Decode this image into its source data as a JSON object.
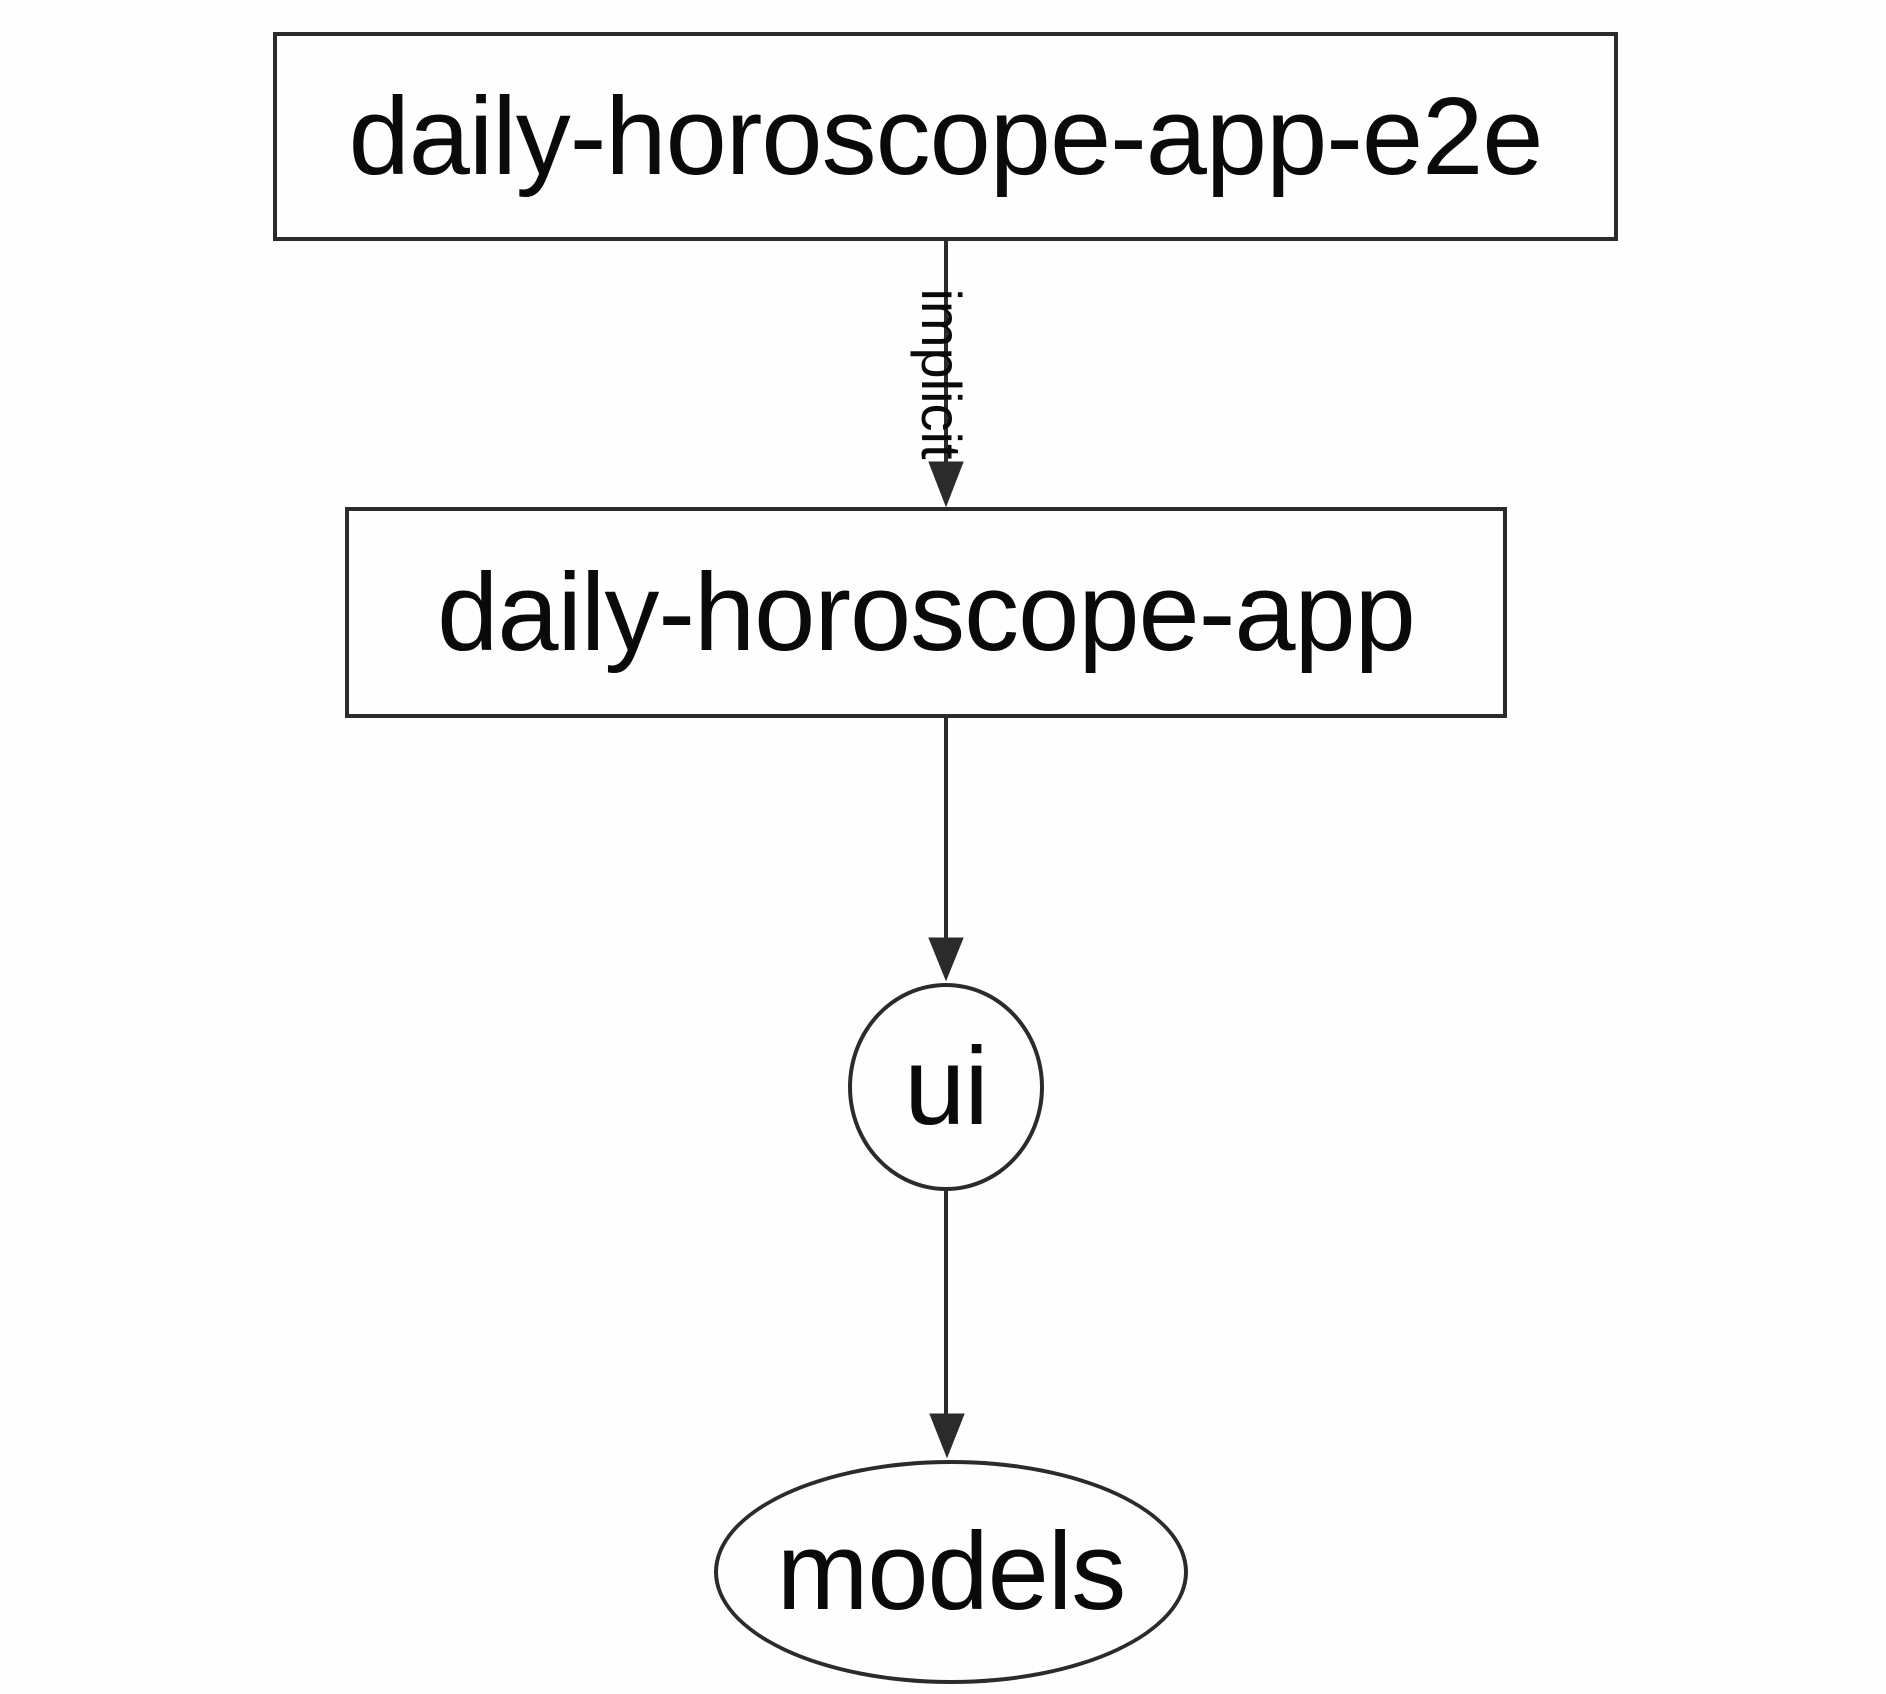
{
  "diagram": {
    "type": "dependency-graph",
    "background_color": "#fefefe",
    "stroke_color": "#2b2b2b",
    "text_color": "#0a0a0a",
    "nodes": [
      {
        "id": "daily-horoscope-app-e2e",
        "label": "daily-horoscope-app-e2e",
        "shape": "rectangle"
      },
      {
        "id": "daily-horoscope-app",
        "label": "daily-horoscope-app",
        "shape": "rectangle"
      },
      {
        "id": "ui",
        "label": "ui",
        "shape": "ellipse"
      },
      {
        "id": "models",
        "label": "models",
        "shape": "ellipse"
      }
    ],
    "edges": [
      {
        "from": "daily-horoscope-app-e2e",
        "to": "daily-horoscope-app",
        "label": "implicit",
        "label_rotation_deg": 90
      },
      {
        "from": "daily-horoscope-app",
        "to": "ui",
        "label": ""
      },
      {
        "from": "ui",
        "to": "models",
        "label": ""
      }
    ]
  }
}
